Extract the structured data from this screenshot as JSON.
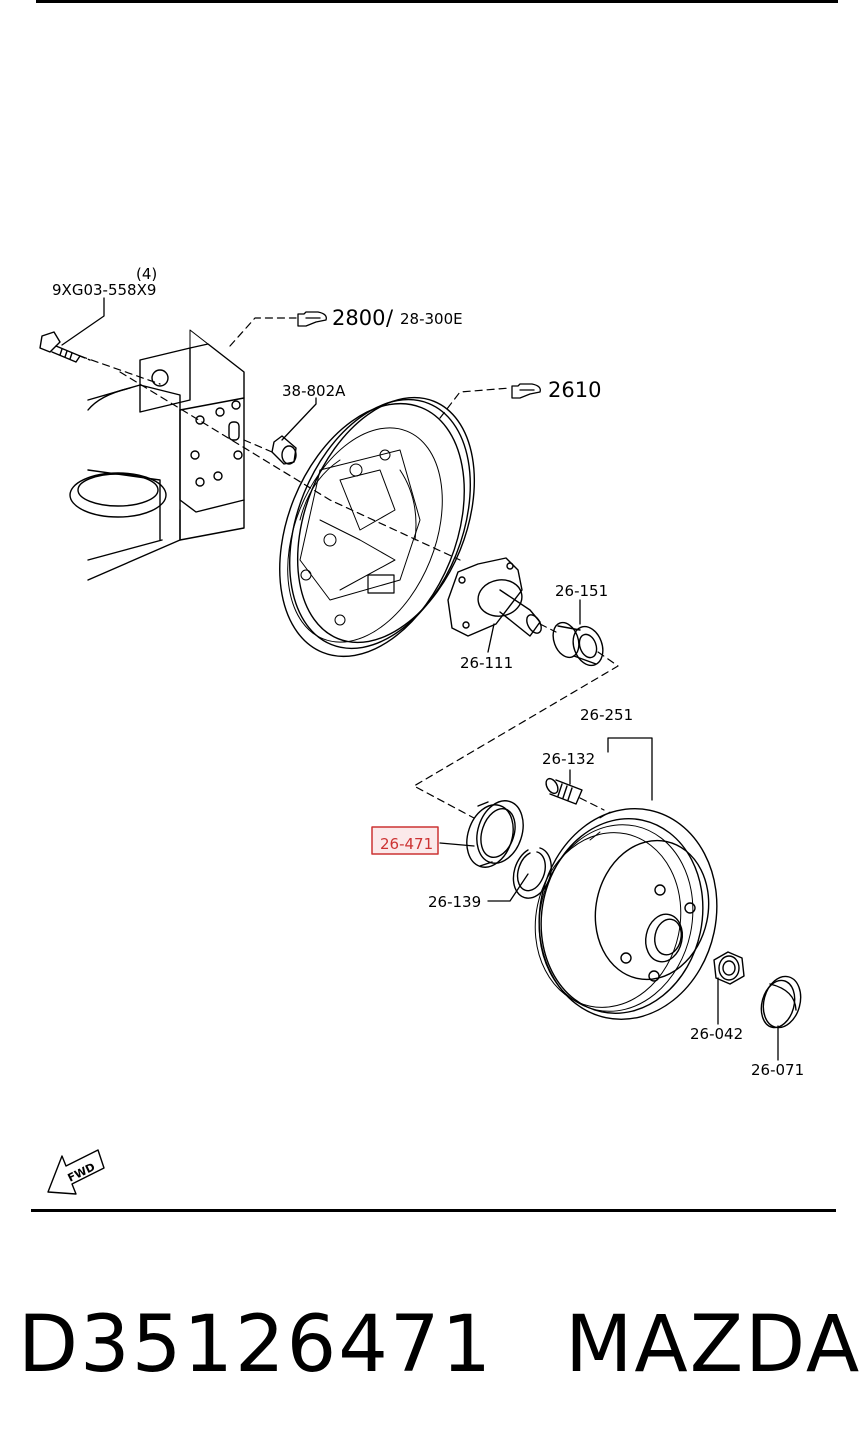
{
  "labels": {
    "bolt_qty": "(4)",
    "bolt": "9XG03-558X9",
    "ref_a_num": "2800",
    "ref_a_sep": "/",
    "ref_a_sub": "28-300E",
    "ref_b_num": "2610",
    "plug": "38-802A",
    "spindle_bearing": "26-151",
    "spindle": "26-111",
    "drum_assembly": "26-251",
    "hub_bolt": "26-132",
    "seal": "26-471",
    "snap_ring": "26-139",
    "nut": "26-042",
    "cap": "26-071",
    "fwd": "FWD"
  },
  "highlight": {
    "label": "seal",
    "color": "#cc3333"
  },
  "footer": {
    "part_number": "D35126471",
    "brand": "MAZDA"
  }
}
